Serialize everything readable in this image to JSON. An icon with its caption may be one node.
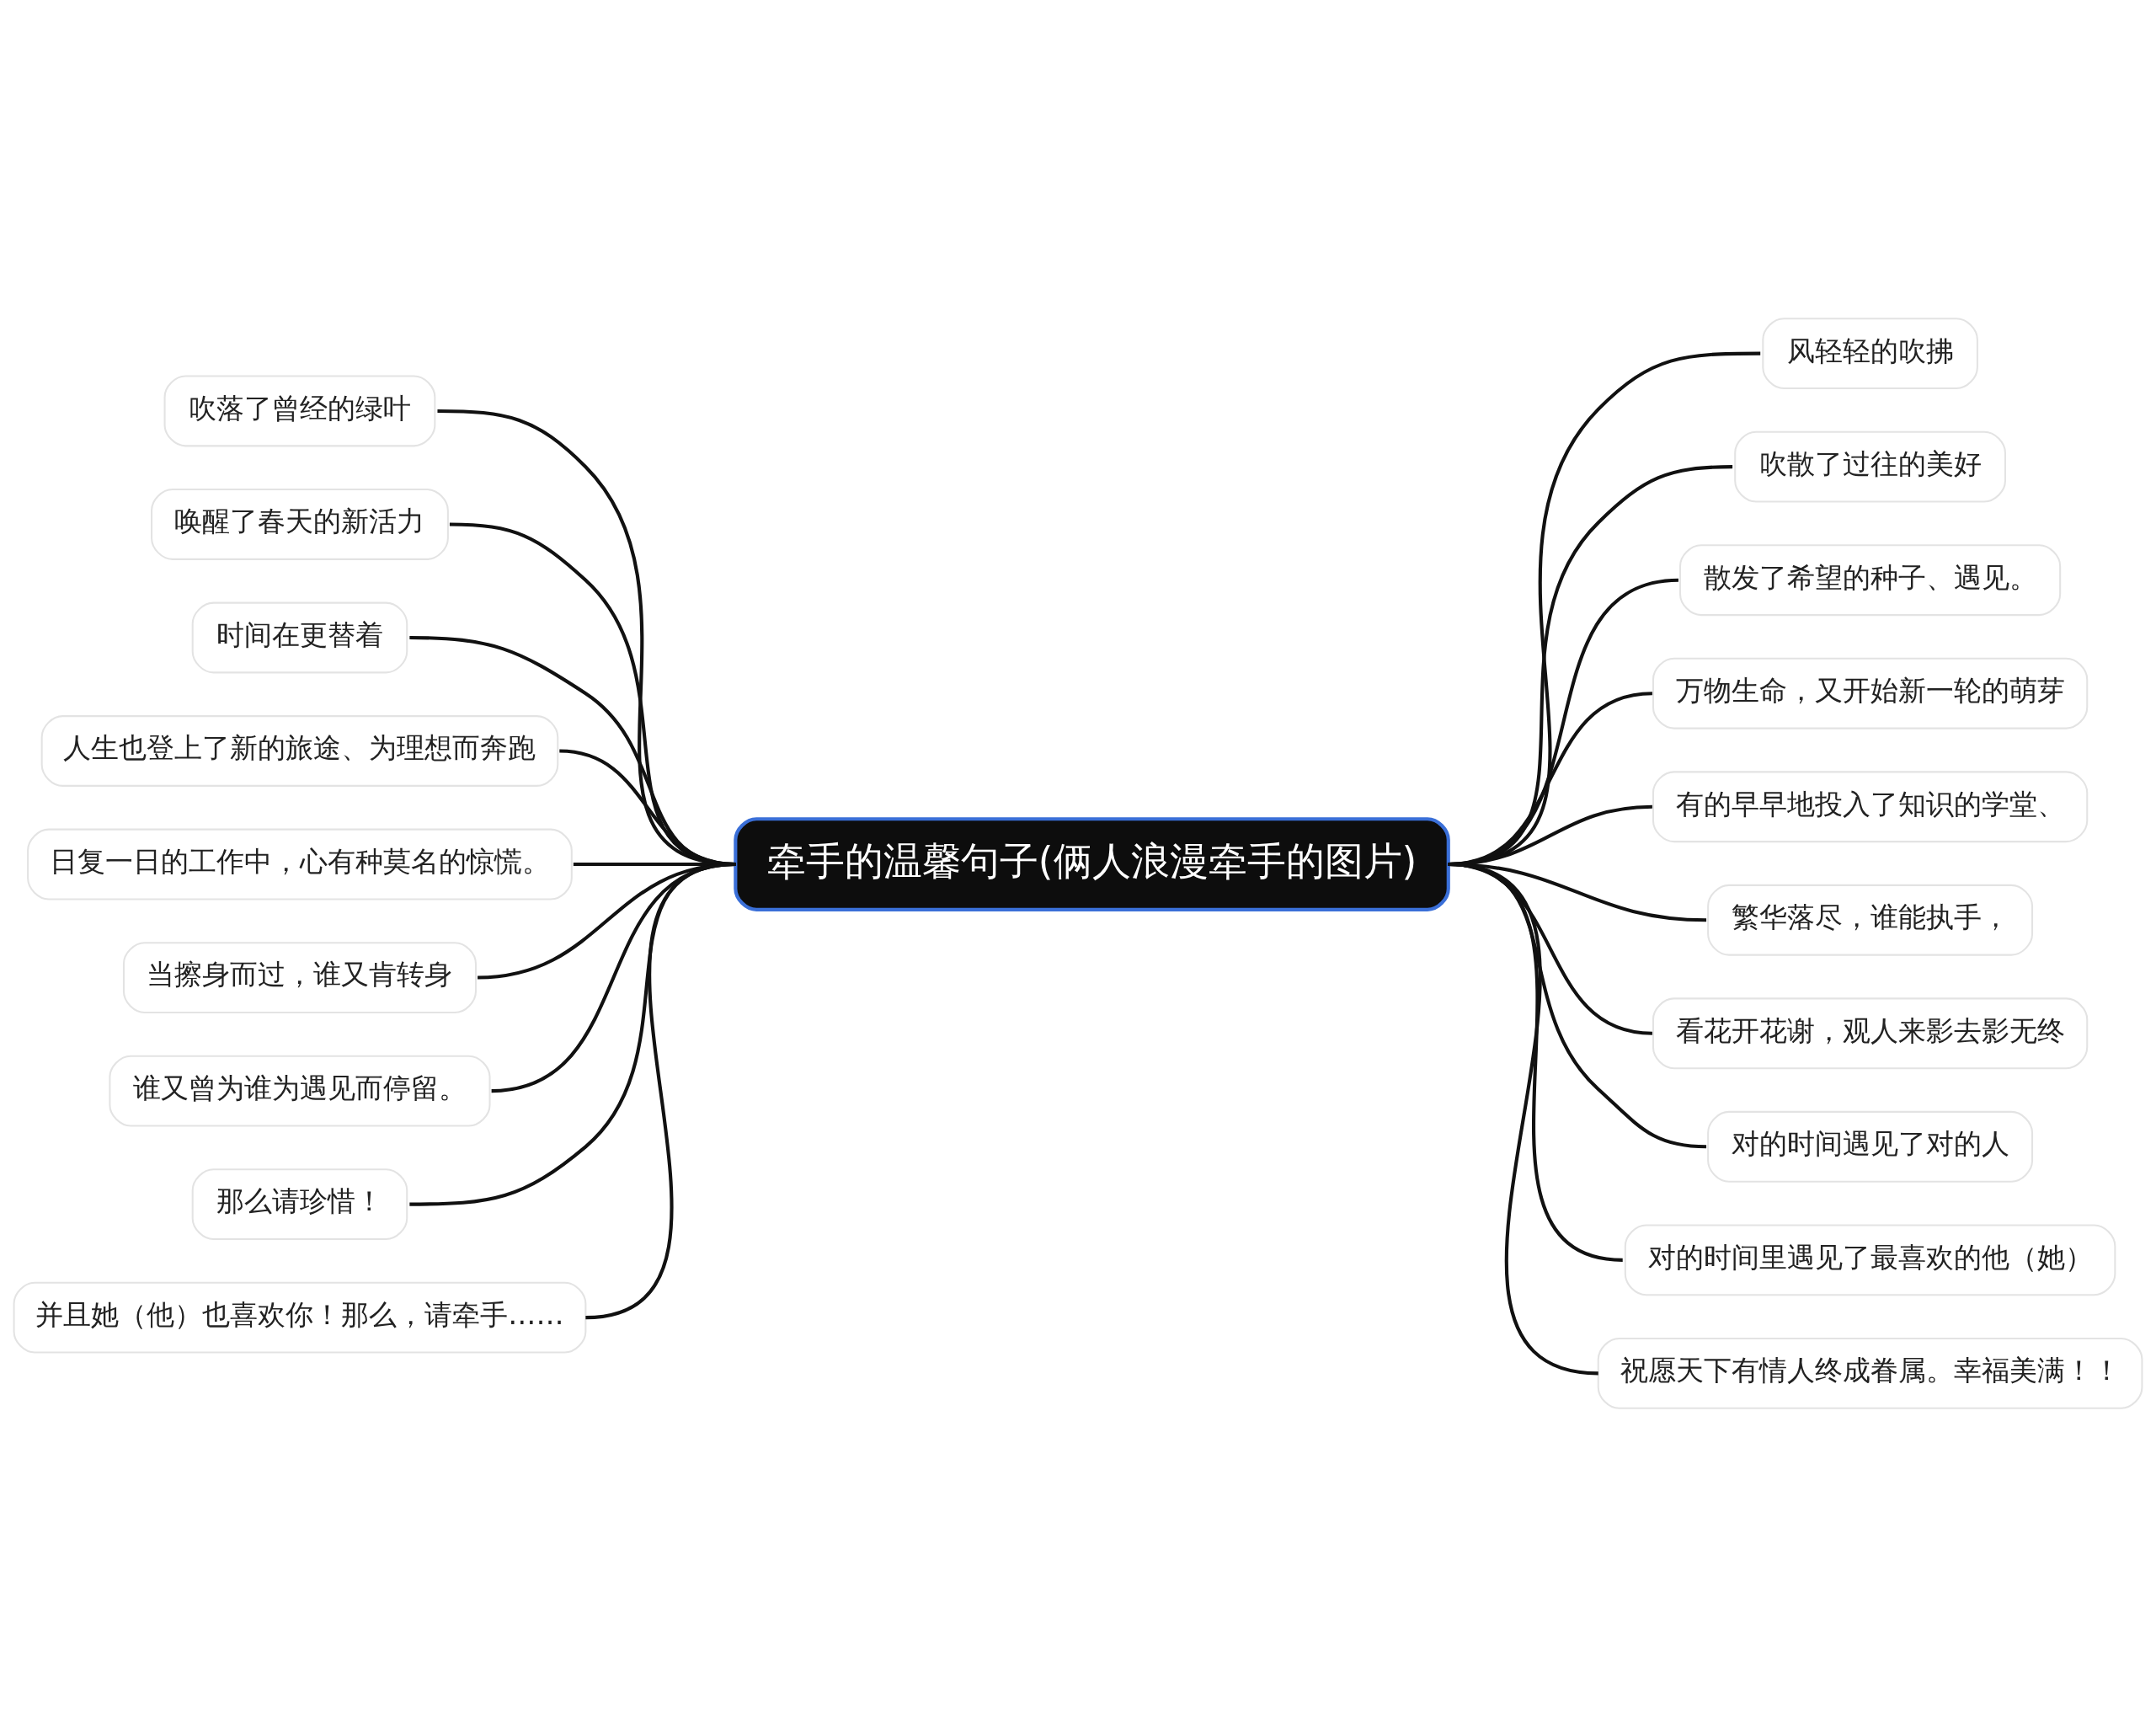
{
  "diagram": {
    "nodes": [
      {
        "text": [
          "牵手的温馨句子(俩人浪漫牵手的图片)"
        ]
      },
      {
        "text": [
          "吹落了曾经的绿叶"
        ]
      },
      {
        "text": [
          "唤醒了春天的新活力"
        ]
      },
      {
        "text": [
          "时间在更替着"
        ]
      },
      {
        "text": [
          "人生也登上了新的旅途、为理想而奔跑"
        ]
      },
      {
        "text": [
          "日复一日的工作中，心有种莫名的惊慌。"
        ]
      },
      {
        "text": [
          "当擦身而过，谁又肯转身"
        ]
      },
      {
        "text": [
          "谁又曾为谁为遇见而停留。"
        ]
      },
      {
        "text": [
          "那么请珍惜！"
        ]
      },
      {
        "text": [
          "并且她（他）也喜欢你！那么，请牵手……"
        ]
      },
      {
        "text": [
          "风轻轻的吹拂"
        ]
      },
      {
        "text": [
          "吹散了过往的美好"
        ]
      },
      {
        "text": [
          "散发了希望的种子、遇见。"
        ]
      },
      {
        "text": [
          "万物生命，又开始新一轮的萌芽"
        ]
      },
      {
        "text": [
          "有的早早地投入了知识的学堂、"
        ]
      },
      {
        "text": [
          "繁华落尽，谁能执手，"
        ]
      },
      {
        "text": [
          "看花开花谢，观人来影去影无终"
        ]
      },
      {
        "text": [
          "对的时间遇见了对的人"
        ]
      },
      {
        "text": [
          "对的时间里遇见了最喜欢的他（她）"
        ]
      },
      {
        "text": [
          "祝愿天下有情人终成眷属。幸福美满！！"
        ]
      }
    ],
    "edges": [
      {
        "from": 0,
        "to": 1,
        "arrow": "none"
      },
      {
        "from": 0,
        "to": 2,
        "arrow": "none"
      },
      {
        "from": 0,
        "to": 3,
        "arrow": "none"
      },
      {
        "from": 0,
        "to": 4,
        "arrow": "none"
      },
      {
        "from": 0,
        "to": 5,
        "arrow": "none"
      },
      {
        "from": 0,
        "to": 6,
        "arrow": "none"
      },
      {
        "from": 0,
        "to": 7,
        "arrow": "none"
      },
      {
        "from": 0,
        "to": 8,
        "arrow": "none"
      },
      {
        "from": 0,
        "to": 9,
        "arrow": "none"
      },
      {
        "from": 0,
        "to": 10,
        "arrow": "none"
      },
      {
        "from": 0,
        "to": 11,
        "arrow": "none"
      },
      {
        "from": 0,
        "to": 12,
        "arrow": "none"
      },
      {
        "from": 0,
        "to": 13,
        "arrow": "none"
      },
      {
        "from": 0,
        "to": 14,
        "arrow": "none"
      },
      {
        "from": 0,
        "to": 15,
        "arrow": "none"
      },
      {
        "from": 0,
        "to": 16,
        "arrow": "none"
      },
      {
        "from": 0,
        "to": 17,
        "arrow": "none"
      },
      {
        "from": 0,
        "to": 18,
        "arrow": "none"
      },
      {
        "from": 0,
        "to": 19,
        "arrow": "none"
      }
    ]
  }
}
